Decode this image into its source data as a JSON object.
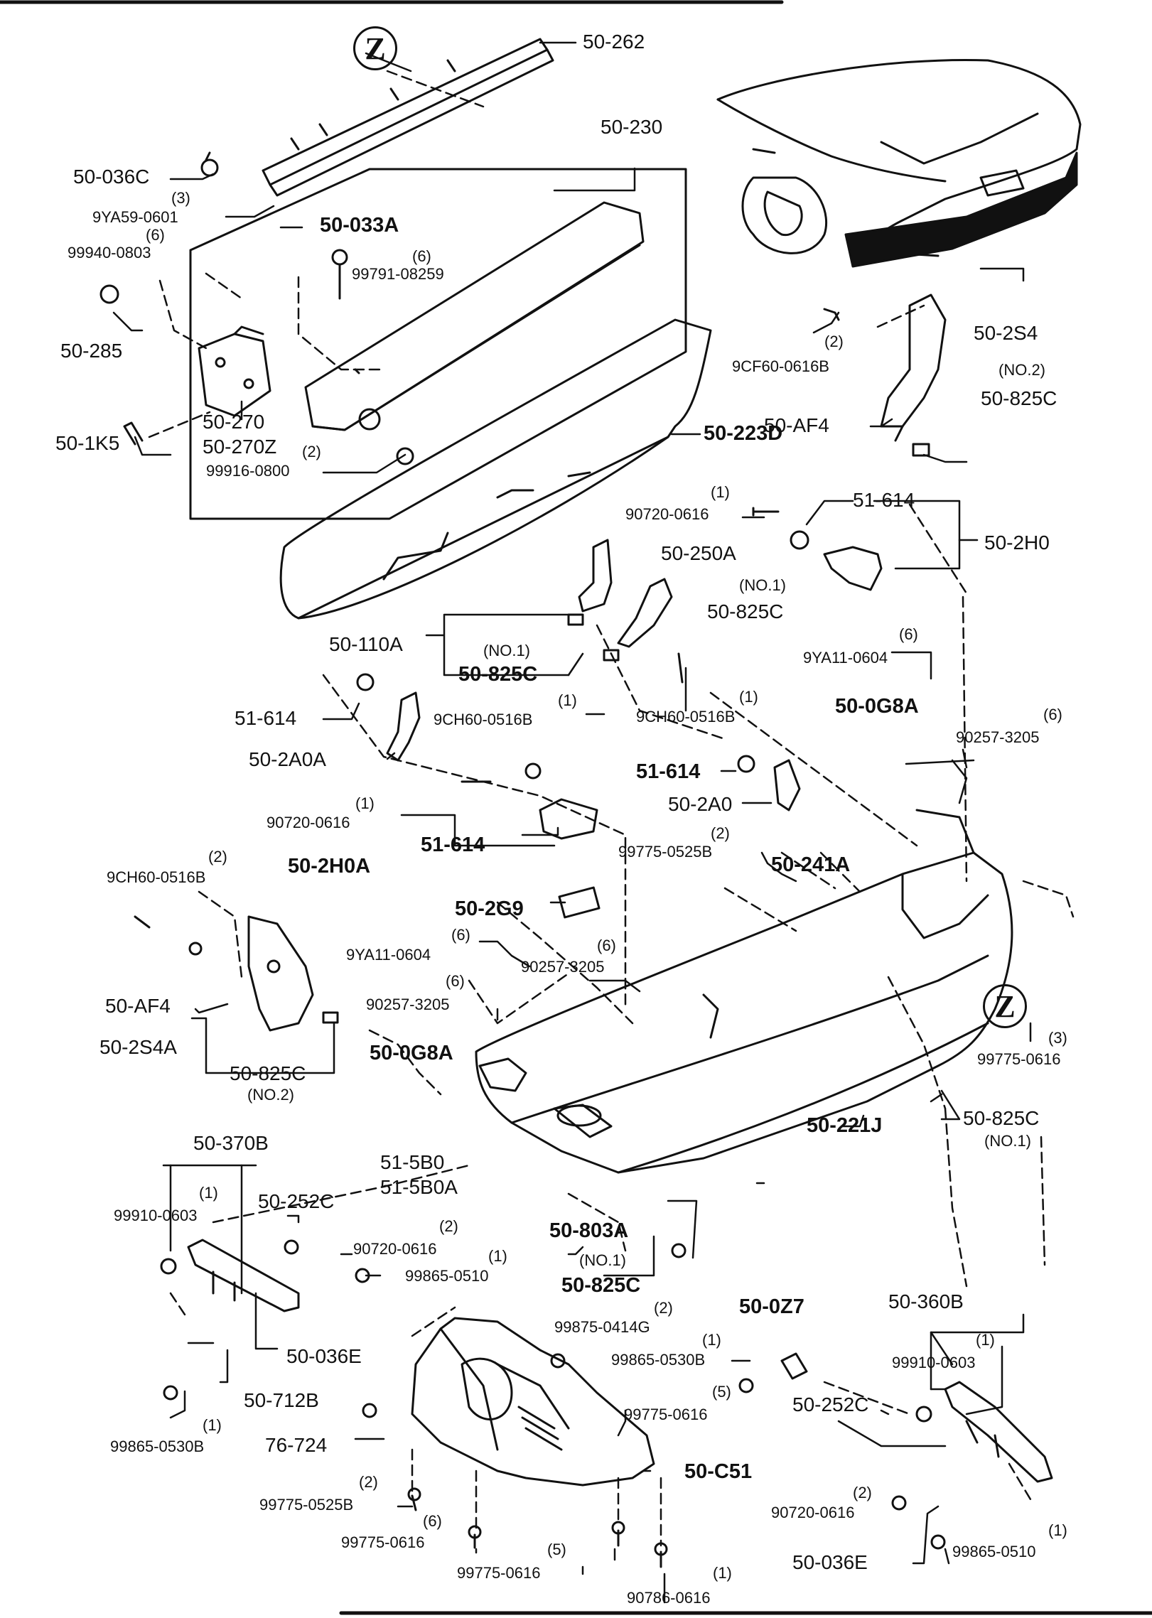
{
  "labels": {
    "z_top": "Z",
    "l_50_262": "50-262",
    "l_50_230": "50-230",
    "l_50_036C": "50-036C",
    "q_3_a": "(3)",
    "l_9YA59": "9YA59-0601",
    "q_6_a": "(6)",
    "l_99940": "99940-0803",
    "l_50_033A": "50-033A",
    "q_6_b": "(6)",
    "l_99791": "99791-08259",
    "l_50_285": "50-285",
    "l_50_1K5": "50-1K5",
    "l_50_270": "50-270",
    "l_50_270Z": "50-270Z",
    "q_2_a": "(2)",
    "l_99916": "99916-0800",
    "q_2_b": "(2)",
    "l_9CF60": "9CF60-0616B",
    "l_50_AF4_r": "50-AF4",
    "l_50_2S4": "50-2S4",
    "l_no2_a": "(NO.2)",
    "l_50_825C_a": "50-825C",
    "l_50_223D": "50-223D",
    "q_1_a": "(1)",
    "l_90720_a": "90720-0616",
    "l_51_614_a": "51-614",
    "l_50_2H0": "50-2H0",
    "l_50_250A": "50-250A",
    "l_no1_a": "(NO.1)",
    "l_50_825C_b": "50-825C",
    "l_50_110A": "50-110A",
    "l_no1_b": "(NO.1)",
    "l_50_825C_c": "50-825C",
    "q_6_c": "(6)",
    "l_9YA11_a": "9YA11-0604",
    "q_1_b": "(1)",
    "l_9CH60_a": "9CH60-0516B",
    "q_1_c": "(1)",
    "l_9CH60_b": "9CH60-0516B",
    "l_50_0G8A_a": "50-0G8A",
    "q_6_d": "(6)",
    "l_90257_a": "90257-3205",
    "l_51_614_b": "51-614",
    "l_50_2A0A": "50-2A0A",
    "l_51_614_c": "51-614",
    "l_50_2A0": "50-2A0",
    "q_1_d": "(1)",
    "l_90720_b": "90720-0616",
    "q_2_c": "(2)",
    "l_99775_0525B_a": "99775-0525B",
    "l_50_241A": "50-241A",
    "l_50_2H0A": "50-2H0A",
    "l_51_614_d": "51-614",
    "q_2_d": "(2)",
    "l_9CH60_c": "9CH60-0516B",
    "l_50_2G9": "50-2G9",
    "q_6_e": "(6)",
    "l_9YA11_b": "9YA11-0604",
    "q_6_f": "(6)",
    "l_90257_b": "90257-3205",
    "q_6_g": "(6)",
    "l_90257_c": "90257-3205",
    "l_50_AF4_l": "50-AF4",
    "l_50_2S4A": "50-2S4A",
    "l_50_0G8A_b": "50-0G8A",
    "l_50_825C_d": "50-825C",
    "l_no2_b": "(NO.2)",
    "z_mid": "Z",
    "q_3_b": "(3)",
    "l_99775_0616_a": "99775-0616",
    "l_50_221J": "50-221J",
    "l_50_825C_e": "50-825C",
    "l_no1_c": "(NO.1)",
    "l_50_370B": "50-370B",
    "l_51_5B0": "51-5B0",
    "l_51_5B0A": "51-5B0A",
    "q_1_e": "(1)",
    "l_99910_a": "99910-0603",
    "l_50_252C_a": "50-252C",
    "q_2_e": "(2)",
    "l_90720_c": "90720-0616",
    "q_1_f": "(1)",
    "l_99865_0510_a": "99865-0510",
    "l_50_803A": "50-803A",
    "l_no1_d": "(NO.1)",
    "l_50_825C_f": "50-825C",
    "q_2_f": "(2)",
    "l_99875": "99875-0414G",
    "l_50_036E_a": "50-036E",
    "l_50_712B": "50-712B",
    "q_1_g": "(1)",
    "l_99865_0530B_a": "99865-0530B",
    "l_76_724": "76-724",
    "q_2_g": "(2)",
    "l_99775_0525B_b": "99775-0525B",
    "q_6_h": "(6)",
    "l_99775_0616_b": "99775-0616",
    "q_5_a": "(5)",
    "l_99775_0616_c": "99775-0616",
    "q_1_h": "(1)",
    "l_90786": "90786-0616",
    "l_50_0Z7": "50-0Z7",
    "q_1_i": "(1)",
    "l_99865_0530B_b": "99865-0530B",
    "q_5_b": "(5)",
    "l_99775_0616_d": "99775-0616",
    "l_50_C51": "50-C51",
    "l_50_360B": "50-360B",
    "q_1_j": "(1)",
    "l_99910_b": "99910-0603",
    "l_50_252C_b": "50-252C",
    "q_2_h": "(2)",
    "l_90720_d": "90720-0616",
    "l_50_036E_b": "50-036E",
    "q_1_k": "(1)",
    "l_99865_0510_b": "99865-0510"
  }
}
